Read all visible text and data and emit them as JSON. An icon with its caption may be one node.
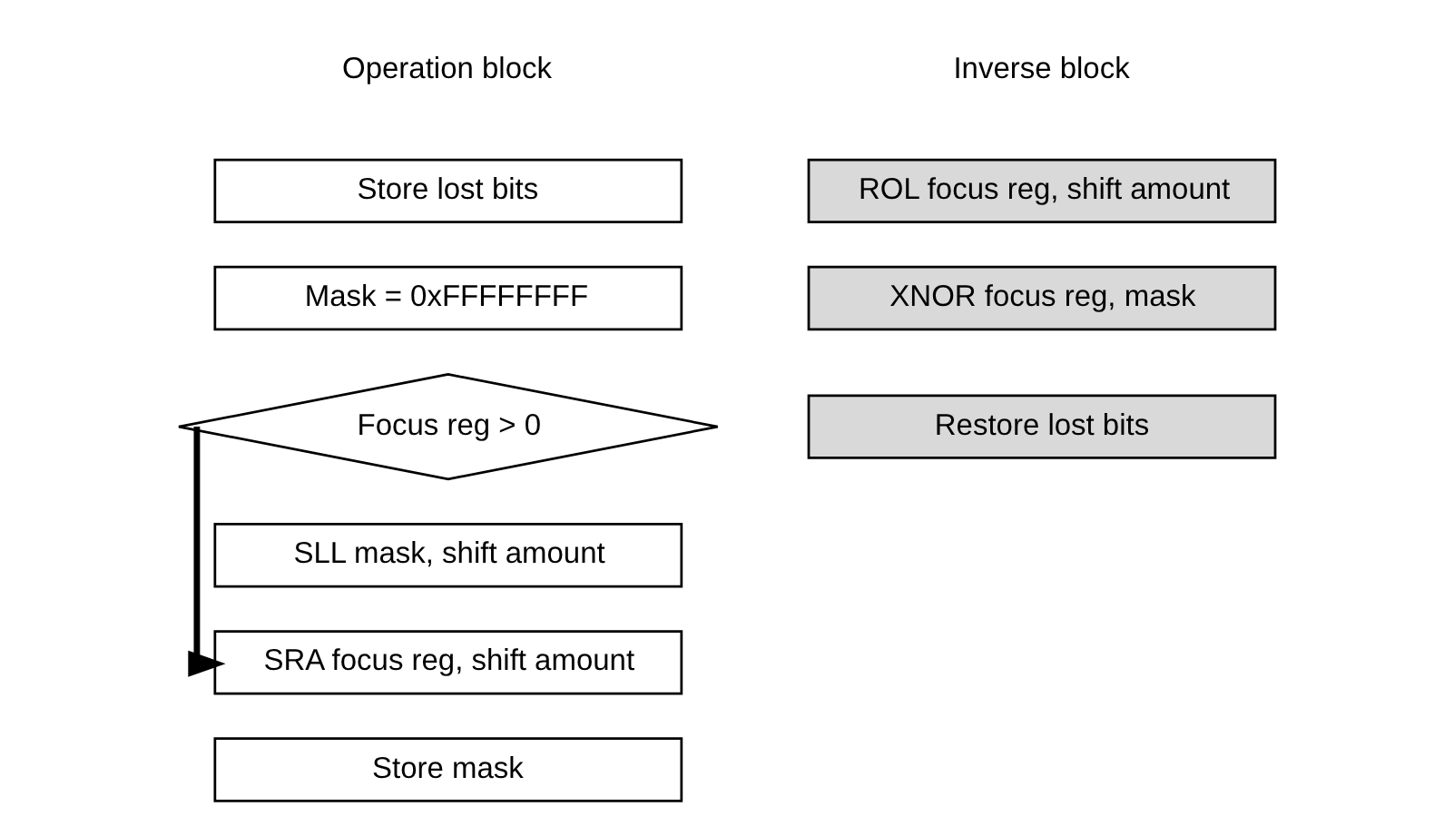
{
  "diagram": {
    "nodes": [
      {
        "text": [
          "Store lost bits"
        ]
      },
      {
        "text": [
          "Mask = 0xFFFFFFFF"
        ]
      },
      {
        "text": [
          "Focus reg > 0"
        ]
      },
      {
        "text": [
          "SLL mask, shift amount"
        ]
      },
      {
        "text": [
          "SRA focus reg, shift amount"
        ]
      },
      {
        "text": [
          "Store mask"
        ]
      },
      {
        "text": [
          "ROL focus reg, shift amount"
        ]
      },
      {
        "text": [
          "XNOR focus reg, mask"
        ]
      },
      {
        "text": [
          "Restore lost bits"
        ]
      }
    ],
    "edges": [
      {
        "from": 2,
        "to": 4,
        "arrow": "to"
      }
    ],
    "labels": [
      "Operation block",
      "Inverse block"
    ]
  }
}
